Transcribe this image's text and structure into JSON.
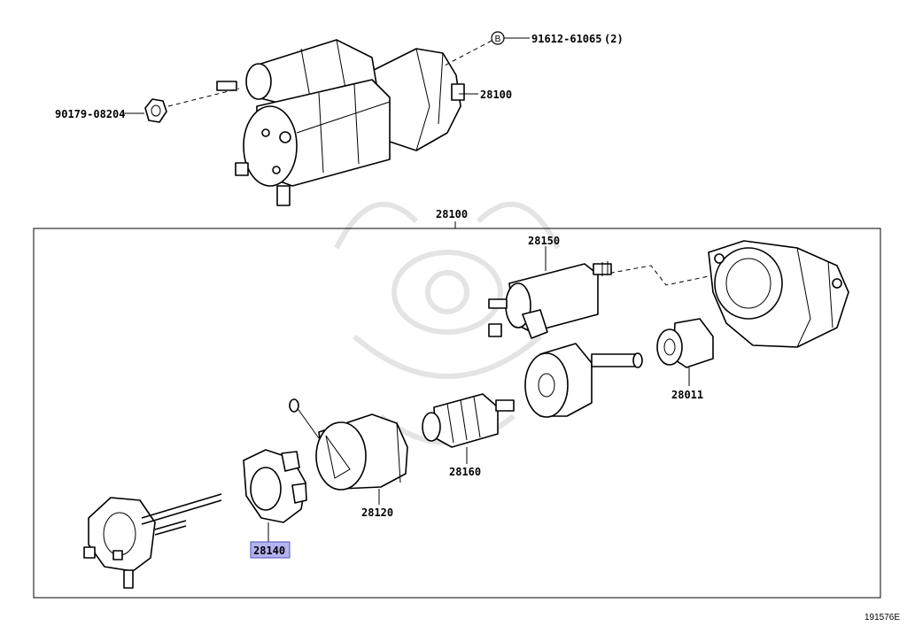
{
  "labels": {
    "bolt_part": "91612-61065",
    "bolt_qty": "(2)",
    "bolt_callout": "B",
    "nut_part": "90179-08204",
    "starter_assy_top": "28100",
    "starter_assy_box": "28100",
    "solenoid": "28150",
    "clutch": "28011",
    "armature": "28160",
    "yoke": "28120",
    "brush_holder": "28140",
    "diagram_id": "191576E"
  },
  "highlight": {
    "part": "28140",
    "color": "#b3b3f2"
  }
}
